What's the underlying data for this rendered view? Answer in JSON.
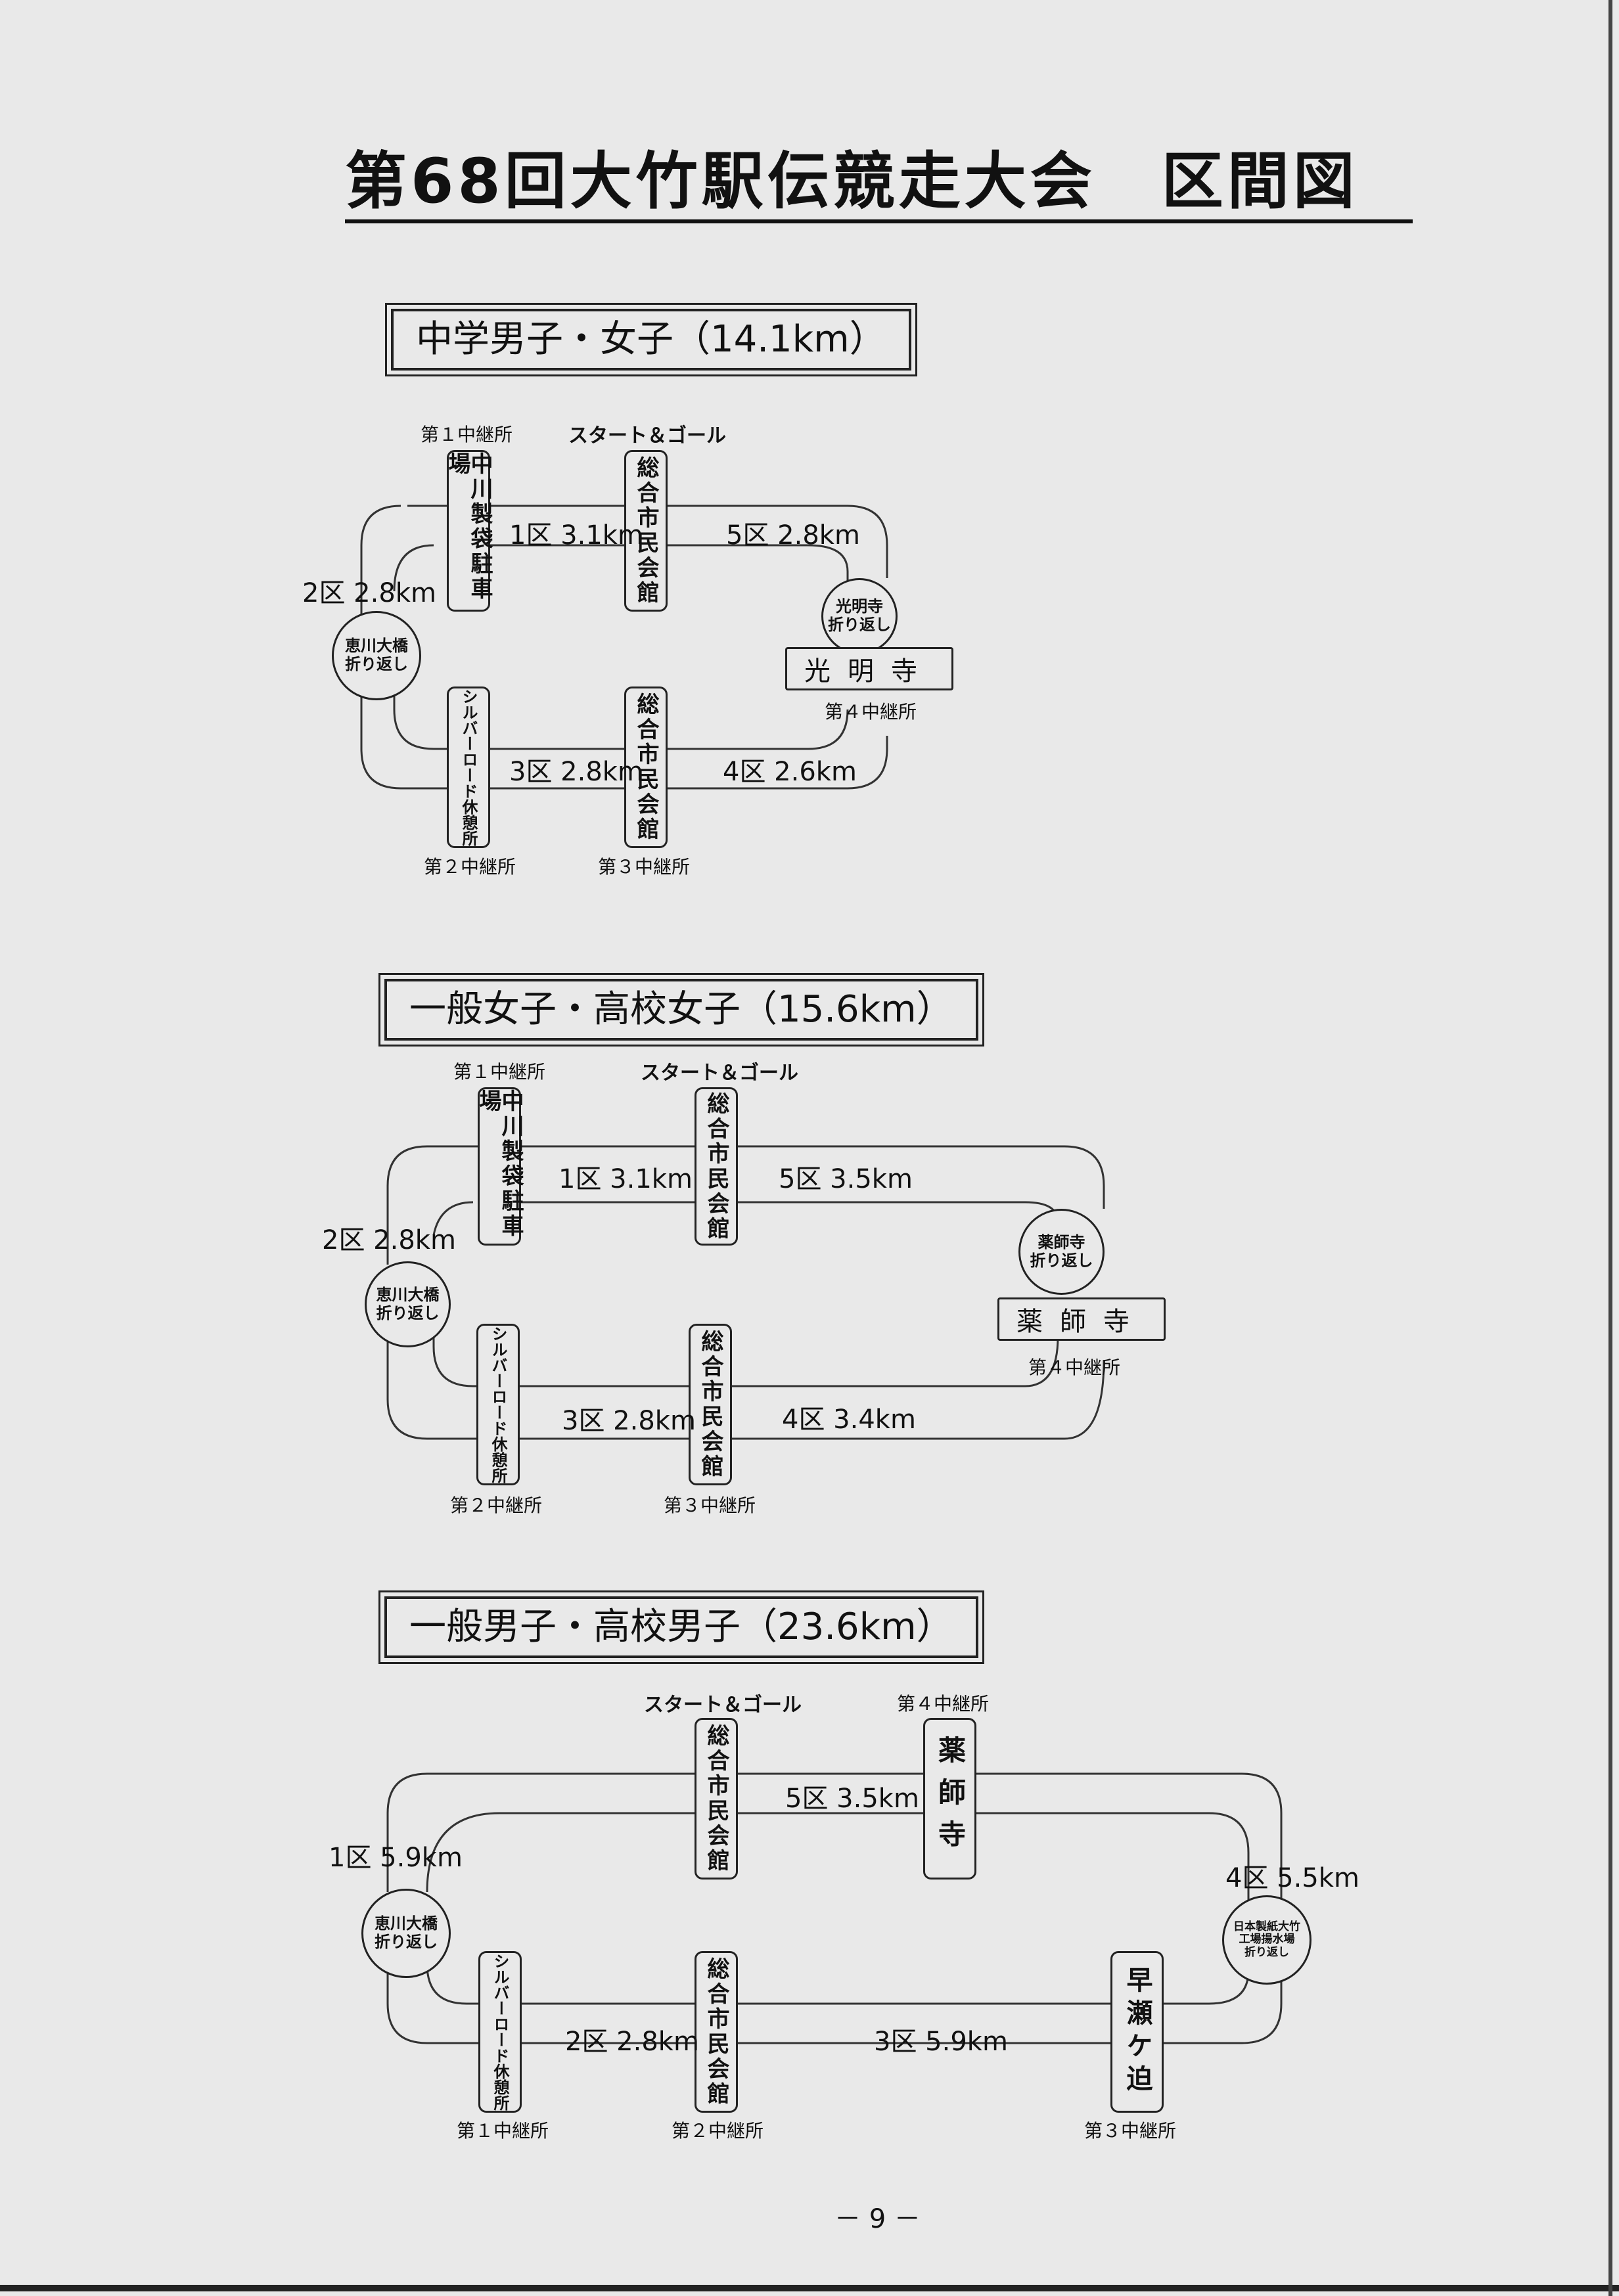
{
  "title": "第68回大竹駅伝競走大会　区間図",
  "page_number": "－ 9 －",
  "courses": [
    {
      "heading": "中学男子・女子（14.1km）",
      "start_goal": "スタート＆ゴール",
      "relay1_label": "第１中継所",
      "relay2_label": "第２中継所",
      "relay3_label": "第３中継所",
      "relay4_label": "第４中継所",
      "nakagawa": "中川製袋駐車場",
      "sogo_top": "総合市民会館",
      "sogo_bottom": "総合市民会館",
      "silver": "シルバーロード休憩所",
      "temple": "光明寺",
      "temple_turn": [
        "光明寺",
        "折り返し"
      ],
      "egawa_turn": [
        "恵川大橋",
        "折り返し"
      ],
      "leg1": "1区 3.1km",
      "leg2": "2区 2.8km",
      "leg3": "3区 2.8km",
      "leg4": "4区 2.6km",
      "leg5": "5区 2.8km"
    },
    {
      "heading": "一般女子・高校女子（15.6km）",
      "start_goal": "スタート＆ゴール",
      "relay1_label": "第１中継所",
      "relay2_label": "第２中継所",
      "relay3_label": "第３中継所",
      "relay4_label": "第４中継所",
      "nakagawa": "中川製袋駐車場",
      "sogo_top": "総合市民会館",
      "sogo_bottom": "総合市民会館",
      "silver": "シルバーロード休憩所",
      "temple": "薬師寺",
      "temple_turn": [
        "薬師寺",
        "折り返し"
      ],
      "egawa_turn": [
        "恵川大橋",
        "折り返し"
      ],
      "leg1": "1区 3.1km",
      "leg2": "2区 2.8km",
      "leg3": "3区 2.8km",
      "leg4": "4区 3.4km",
      "leg5": "5区 3.5km"
    },
    {
      "heading": "一般男子・高校男子（23.6km）",
      "start_goal": "スタート＆ゴール",
      "relay1_label": "第１中継所",
      "relay2_label": "第２中継所",
      "relay3_label": "第３中継所",
      "relay4_label": "第４中継所",
      "sogo_top": "総合市民会館",
      "sogo_bottom": "総合市民会館",
      "yakushi": "薬師寺",
      "silver": "シルバーロード休憩所",
      "hayase": "早瀬ケ迫",
      "egawa_turn": [
        "恵川大橋",
        "折り返し"
      ],
      "factory_turn": [
        "日本製紙大竹",
        "工場揚水場",
        "折り返し"
      ],
      "leg1": "1区 5.9km",
      "leg2": "2区 2.8km",
      "leg3": "3区 5.9km",
      "leg4": "4区 5.5km",
      "leg5": "5区 3.5km"
    }
  ]
}
